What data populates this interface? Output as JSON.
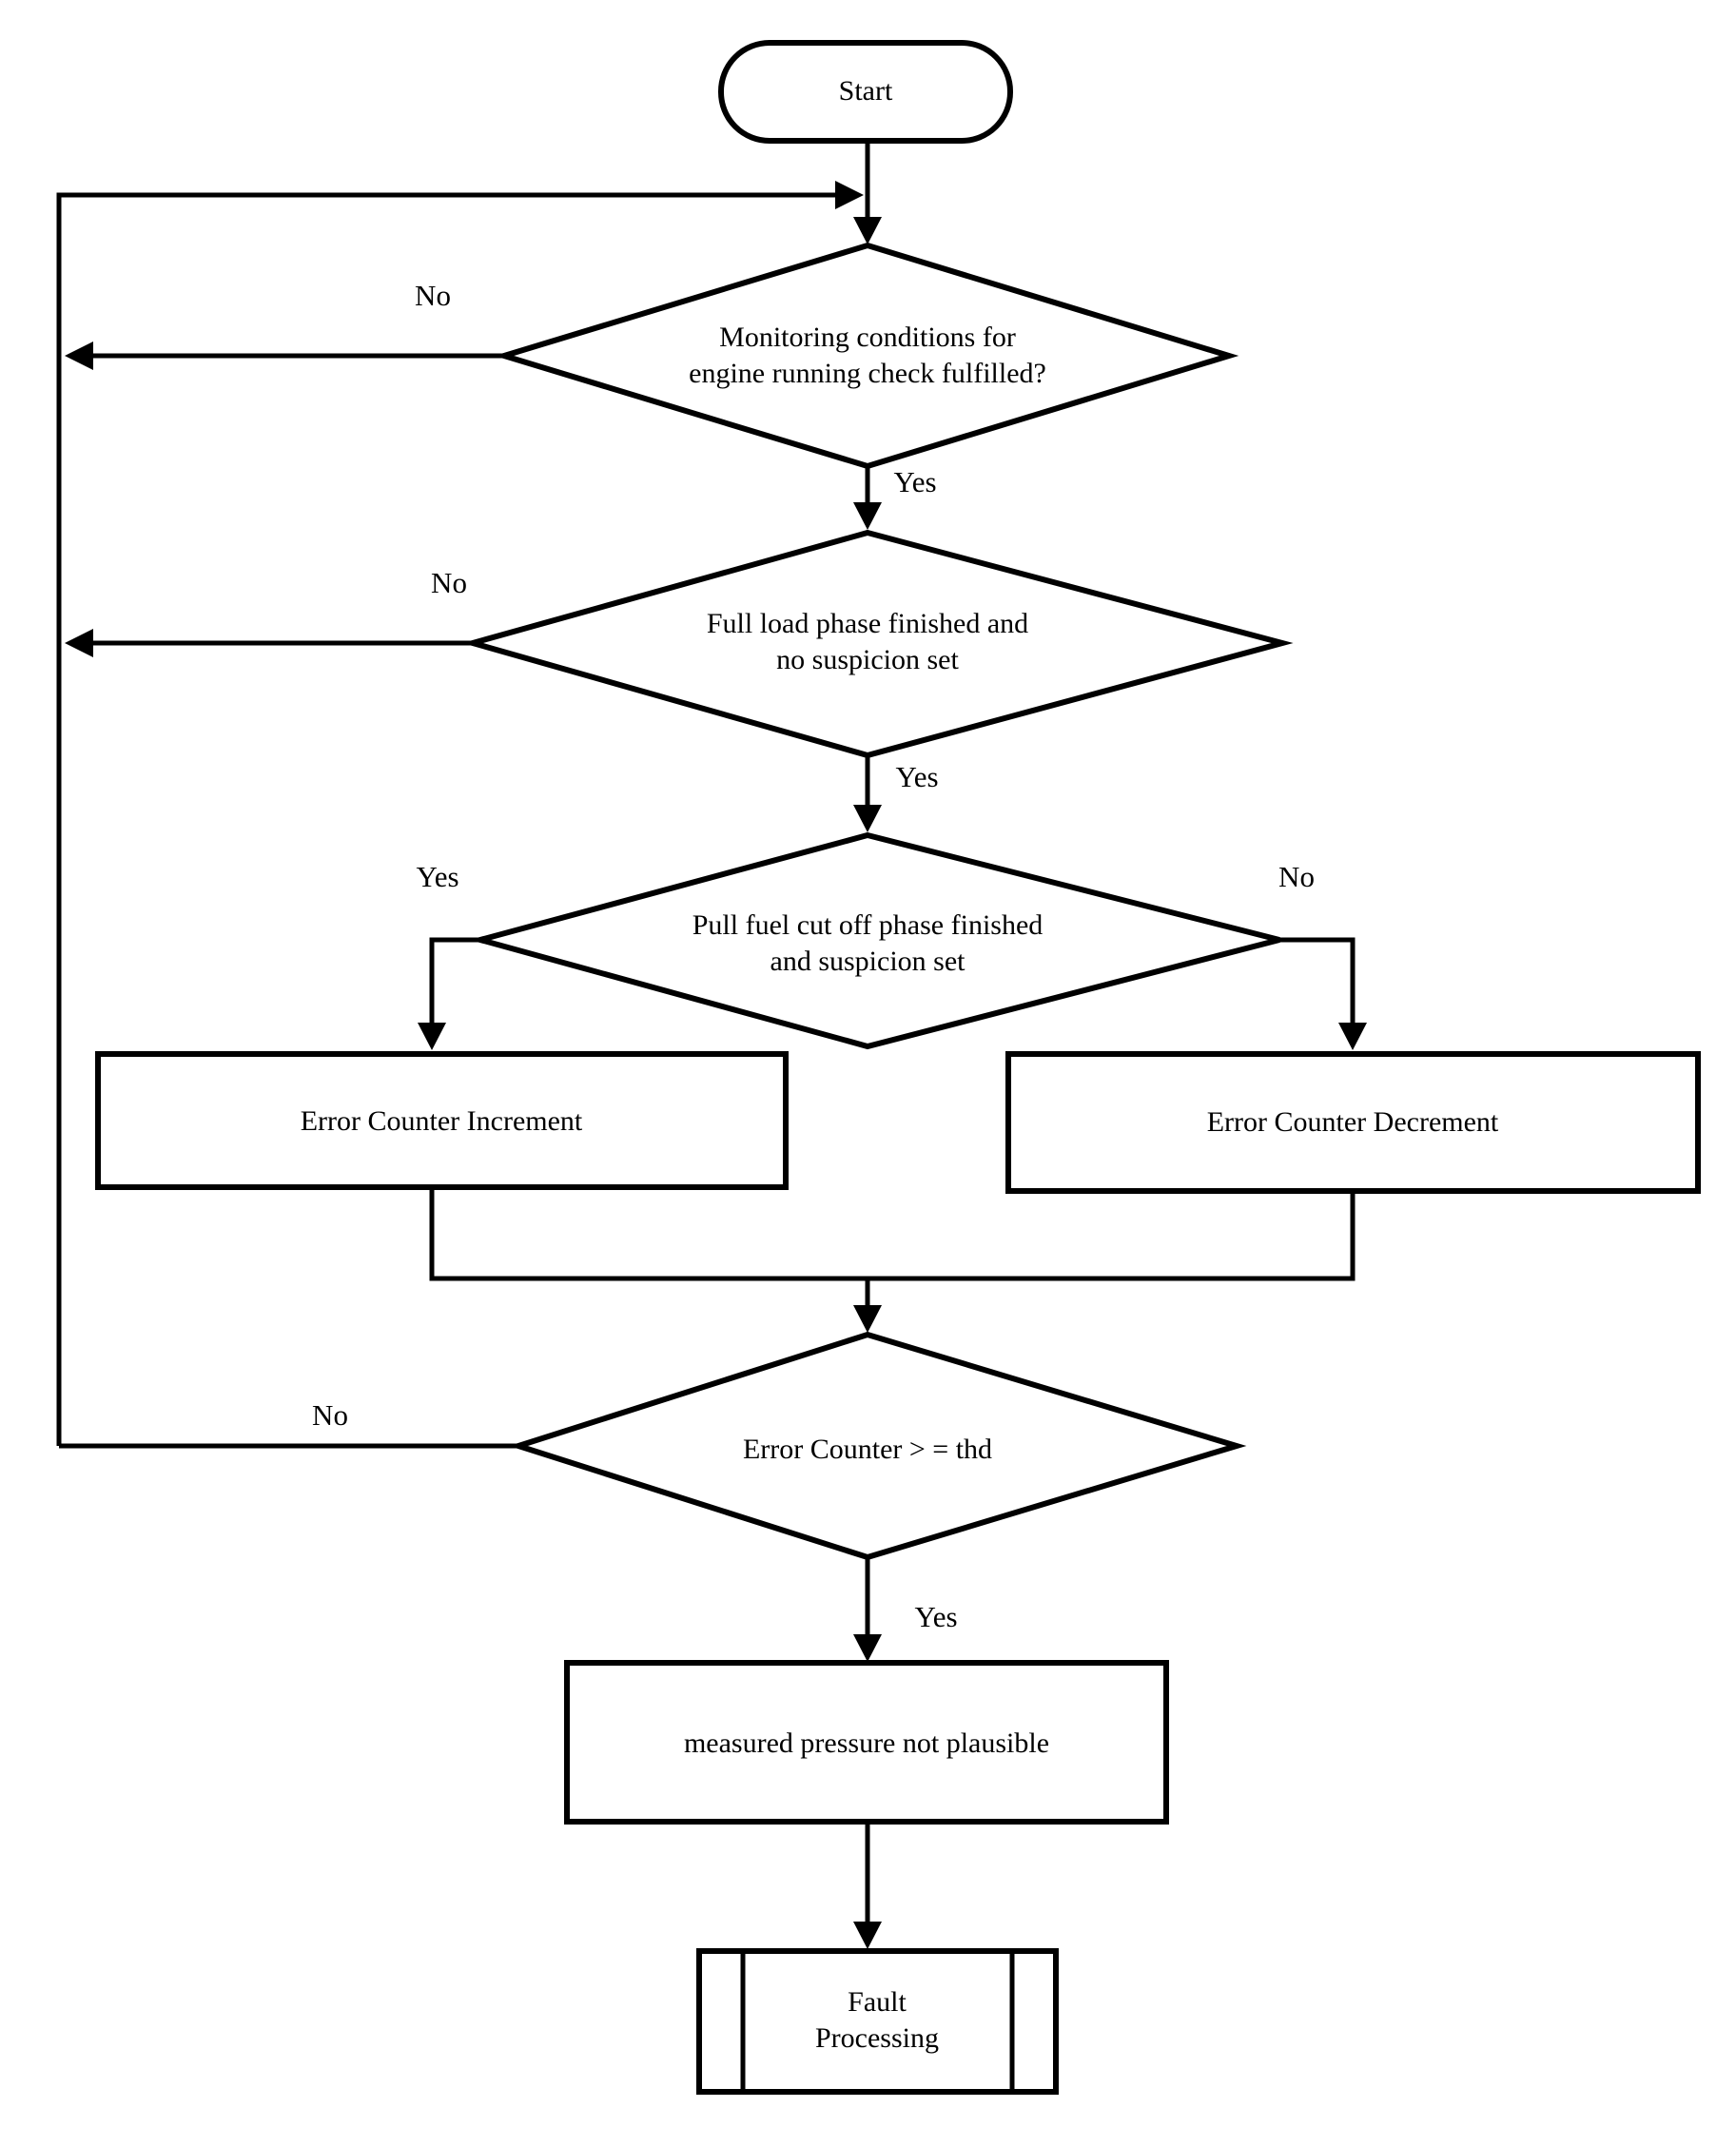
{
  "flowchart": {
    "start": {
      "label": "Start"
    },
    "decisions": [
      {
        "text": "Monitoring  conditions for\nengine running check fulfilled?",
        "no_label": "No",
        "yes_label": "Yes"
      },
      {
        "text": "Full load phase finished and\nno suspicion set",
        "no_label": "No",
        "yes_label": "Yes"
      },
      {
        "text": "Pull fuel cut off phase finished\nand suspicion set",
        "yes_label": "Yes",
        "no_label": "No"
      },
      {
        "text": "Error Counter > = thd",
        "no_label": "No",
        "yes_label": "Yes"
      }
    ],
    "processes": {
      "increment": "Error Counter Increment",
      "decrement": "Error Counter Decrement",
      "not_plausible": "measured pressure not plausible",
      "fault": "Fault\nProcessing"
    },
    "colors": {
      "line": "#000000",
      "background": "#ffffff"
    }
  }
}
